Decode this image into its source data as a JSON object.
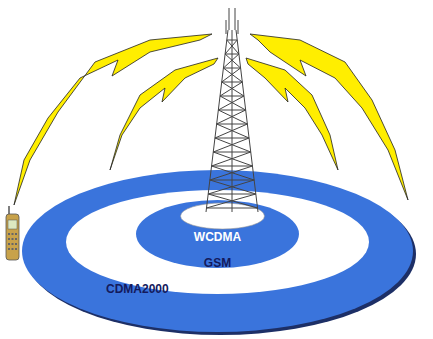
{
  "diagram": {
    "nodes": [
      {
        "text": [
          "CDMA2000"
        ]
      },
      {
        "text": [
          "GSM"
        ],
        "in": 0
      },
      {
        "text": [
          "WCDMA"
        ],
        "in": 1
      }
    ]
  }
}
